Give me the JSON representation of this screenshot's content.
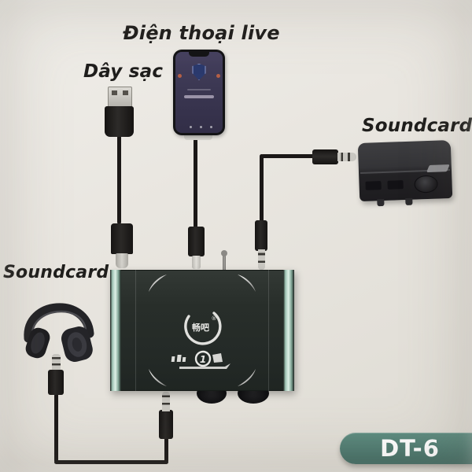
{
  "page": {
    "description": "Connection diagram for DT-6 livestream soundcard (product box artwork)"
  },
  "labels": {
    "phone_label": "Điện thoại live",
    "charge_cable_label": "Dây sạc",
    "soundcard_right_label": "Soundcard",
    "soundcard_left_label": "Soundcard"
  },
  "badge": {
    "text": "DT-6"
  },
  "main_device": {
    "brand": "畅吧",
    "registered_mark": "®",
    "series_number": "1"
  },
  "icons": {
    "phone_screen_icon": "shield-icon",
    "connectors": [
      "usb-a-plug",
      "usb-c-plug",
      "lightning-plug",
      "aux-jack-plug"
    ],
    "peripherals": [
      "smartphone",
      "headphones",
      "soundcard-box",
      "mixer-device"
    ]
  },
  "colors": {
    "background": "#e9e6e0",
    "label_text": "#1f1e1c",
    "badge_bg": "#4f7b71",
    "badge_text": "#ffffff",
    "device_body": "#262c28",
    "device_edge_mint": "#cfe4d8",
    "cable_black": "#1b1817",
    "phone_screen": "#3b3752",
    "metal_silver": "#c6c4be"
  }
}
